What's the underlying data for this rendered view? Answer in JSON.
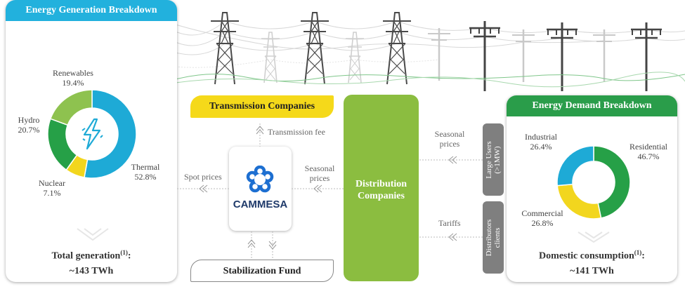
{
  "generation": {
    "title": "Energy Generation Breakdown",
    "total_label": "Total generation",
    "total_sup": "(1)",
    "total_colon": ":",
    "total_value": "~143 TWh"
  },
  "demand": {
    "title": "Energy Demand Breakdown",
    "total_label": "Domestic consumption",
    "total_sup": "(1)",
    "total_colon": ":",
    "total_value": "~141 TWh"
  },
  "chart_data": [
    {
      "type": "pie",
      "variant": "donut",
      "slices": [
        {
          "label": "Thermal",
          "value": 52.8,
          "value_label": "52.8%",
          "color": "#1eaad6"
        },
        {
          "label": "Nuclear",
          "value": 7.1,
          "value_label": "7.1%",
          "color": "#f2d61e"
        },
        {
          "label": "Hydro",
          "value": 20.7,
          "value_label": "20.7%",
          "color": "#26a047"
        },
        {
          "label": "Renewables",
          "value": 19.4,
          "value_label": "19.4%",
          "color": "#8ec24f"
        }
      ],
      "center_icon": "lightning-bolt-icon"
    },
    {
      "type": "pie",
      "variant": "donut",
      "slices": [
        {
          "label": "Residential",
          "value": 46.7,
          "value_label": "46.7%",
          "color": "#26a047"
        },
        {
          "label": "Commercial",
          "value": 26.8,
          "value_label": "26.8%",
          "color": "#f2d61e"
        },
        {
          "label": "Industrial",
          "value": 26.4,
          "value_label": "26.4%",
          "color": "#1eaad6"
        }
      ]
    }
  ],
  "flow": {
    "transmission_companies": "Transmission Companies",
    "transmission_fee": "Transmission fee",
    "spot_prices": "Spot prices",
    "seasonal_prices": [
      "Seasonal",
      "prices"
    ],
    "cammesa": "CAMMESA",
    "stabilization_fund": "Stabilization Fund",
    "distribution_companies": [
      "Distribution",
      "Companies"
    ],
    "seasonal_prices_right": [
      "Seasonal",
      "prices"
    ],
    "tariffs": "Tariffs",
    "large_users": [
      "Large Users",
      "(>1MW)"
    ],
    "distributors_clients": [
      "Distributors",
      "clients"
    ]
  },
  "colors": {
    "header_blue": "#22b1dd",
    "header_green": "#2a9d4a",
    "transmission_yellow": "#f5d91a",
    "distribution_green": "#8bbd40",
    "tab_gray": "#7f7f7f",
    "cammesa_blue": "#1d6fd1"
  }
}
